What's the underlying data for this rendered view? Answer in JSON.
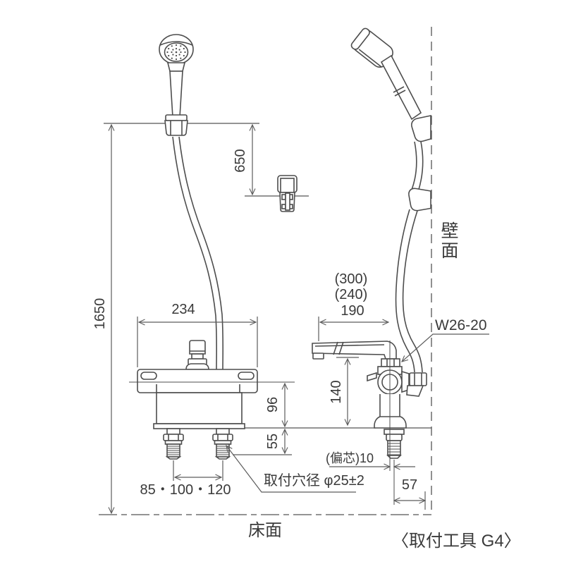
{
  "drawing": {
    "front": {
      "overall_height": "1650",
      "hanger_drop": "650",
      "body_width": "234",
      "deck_to_center": "96",
      "under_counter": "55",
      "leg_pitch": "85・100・120",
      "mounting_hole": "取付穴径 φ25±2"
    },
    "side": {
      "spout_reach_300": "(300)",
      "spout_reach_240": "(240)",
      "spout_reach_190": "190",
      "spout_height": "140",
      "offset": "(偏芯)10",
      "wall_clearance": "57",
      "hose_thread": "W26-20"
    },
    "wall_label": "壁面",
    "floor_label": "床面",
    "tool_note": "〈取付工具 G4〉"
  }
}
